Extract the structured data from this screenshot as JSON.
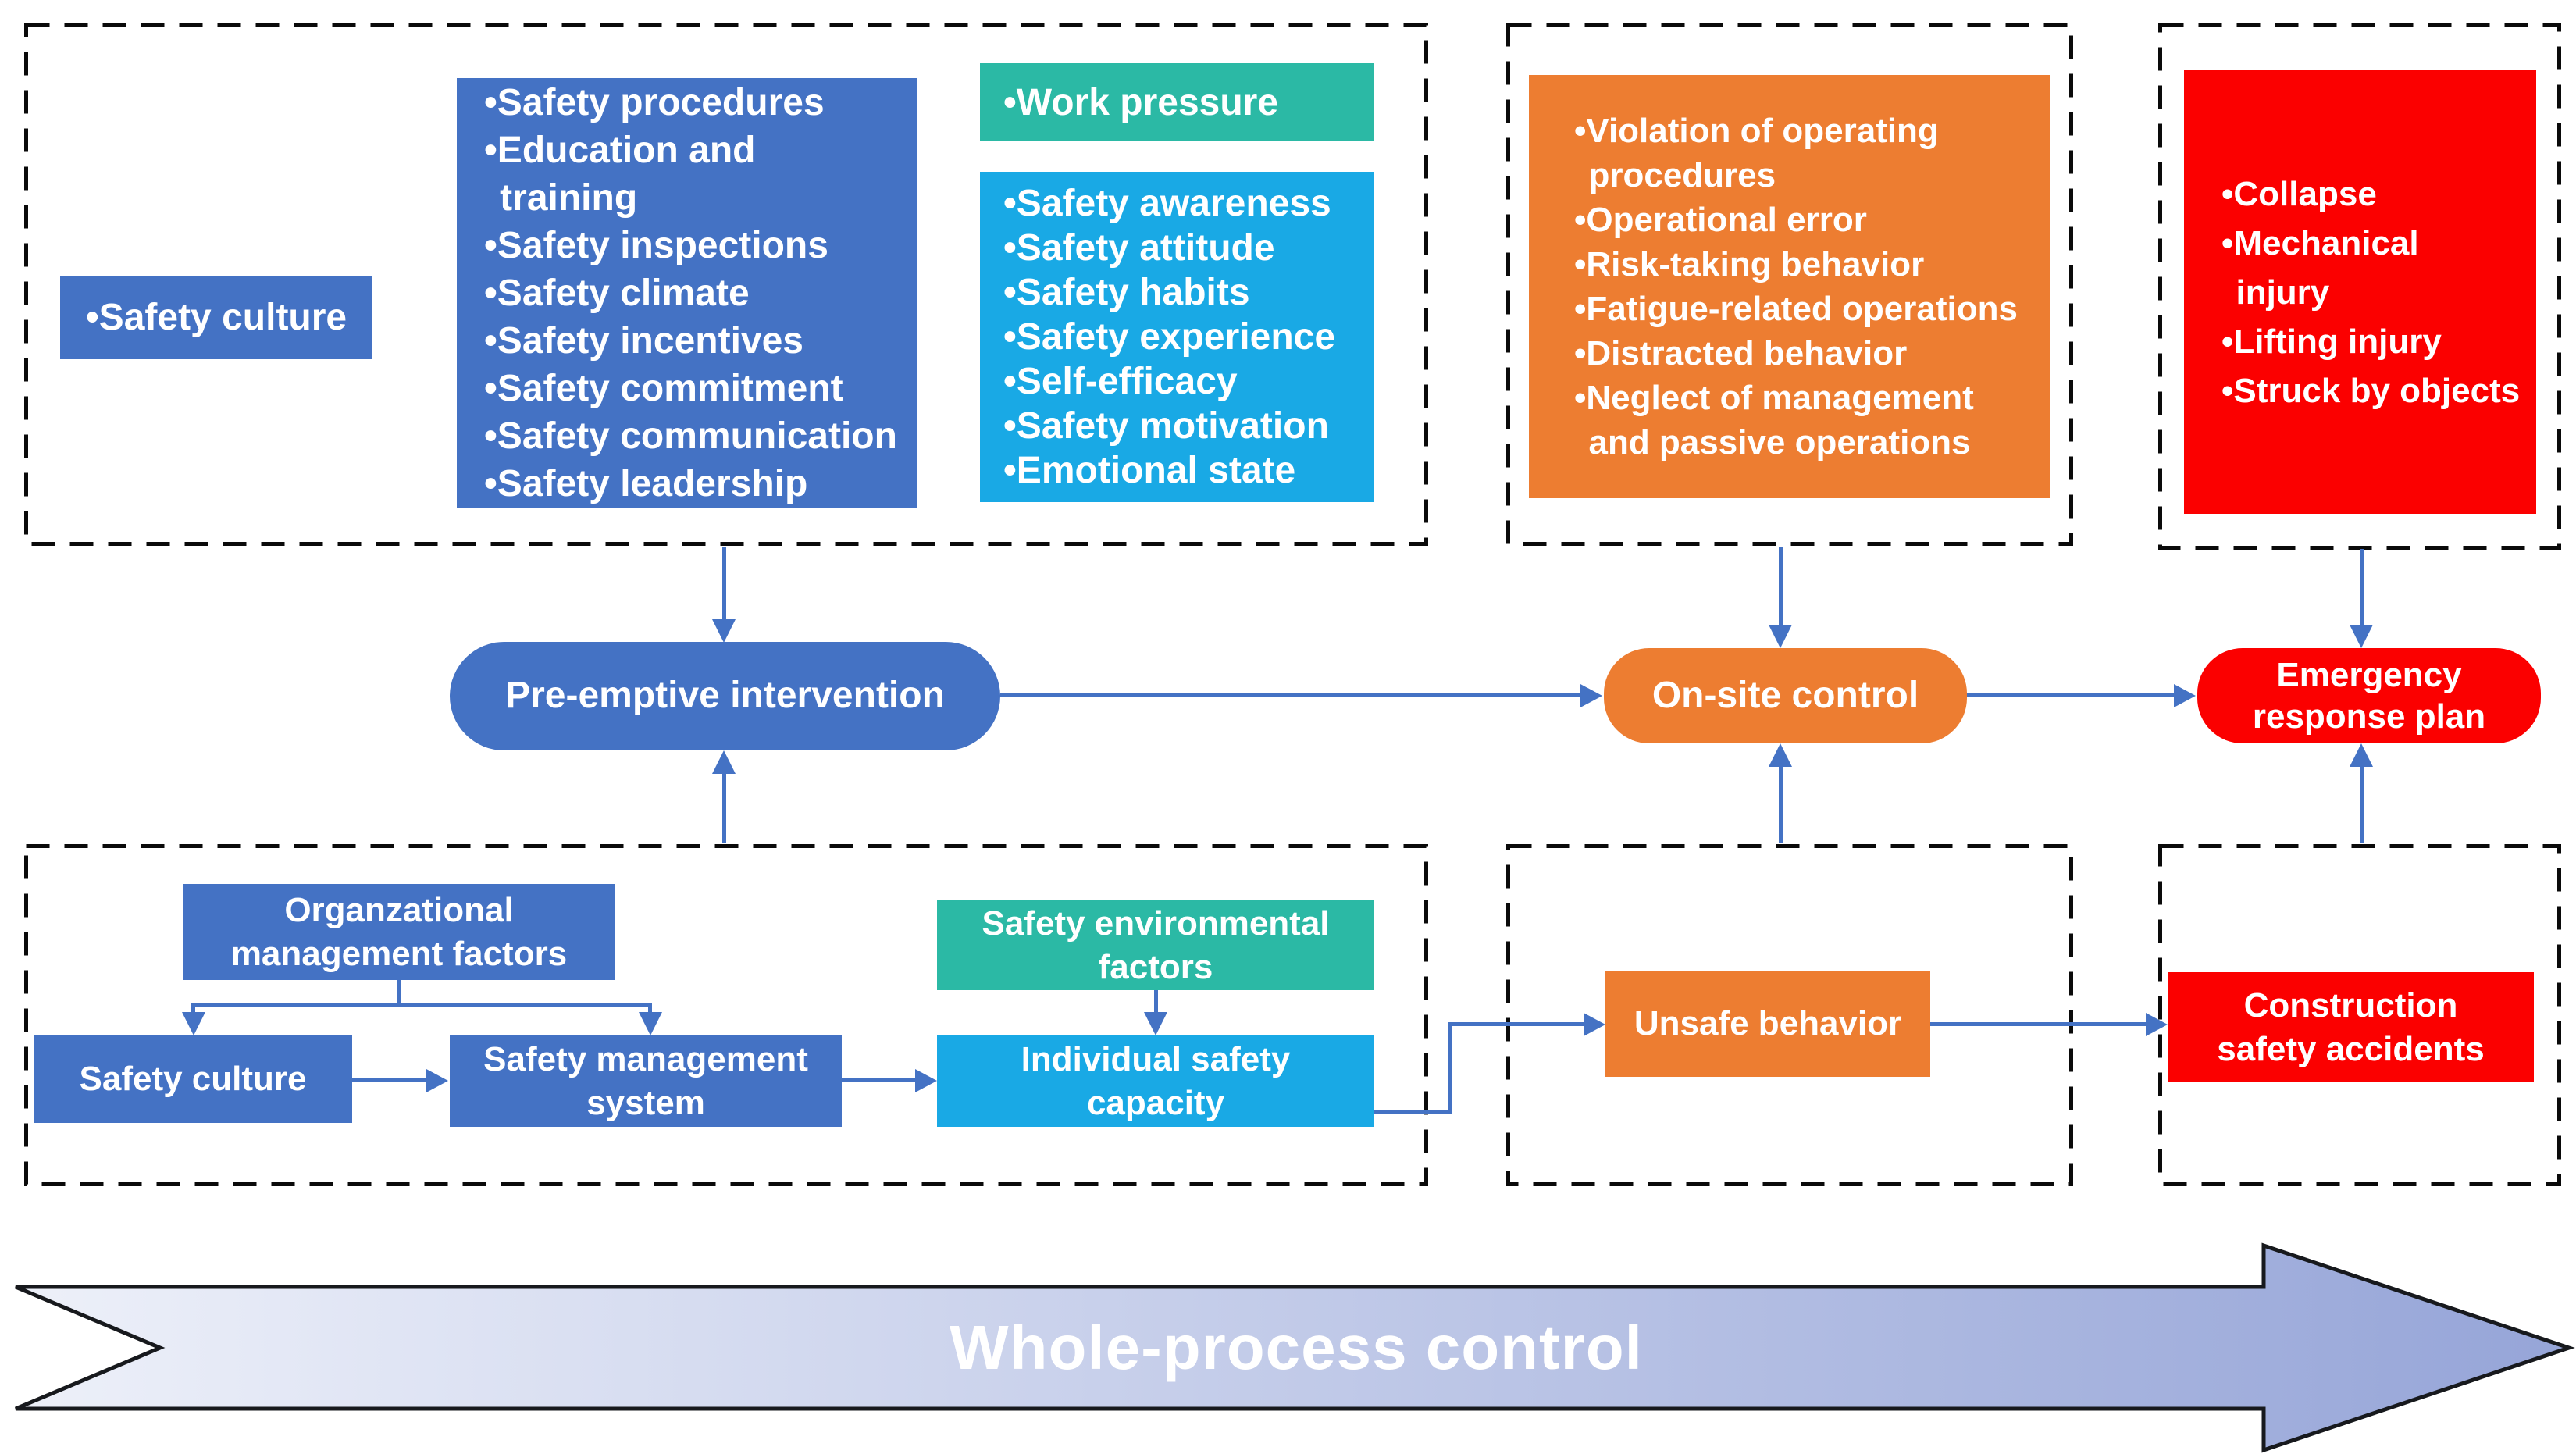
{
  "colors": {
    "blue": "#4472C4",
    "teal": "#2BB9A5",
    "cyan": "#19A9E5",
    "orange": "#ED7D31",
    "red": "#FB0000",
    "connector": "#4472C4",
    "banner_start": "#EDF0F9",
    "banner_end": "#96A5D8"
  },
  "top_left": {
    "safety_culture_label": "•Safety culture",
    "management_items": [
      "•Safety procedures",
      "•Education and training",
      "•Safety inspections",
      "•Safety climate",
      "•Safety incentives",
      "•Safety commitment",
      "•Safety communication",
      "•Safety leadership"
    ],
    "work_pressure_label": "•Work pressure",
    "individual_items": [
      "•Safety awareness",
      "•Safety attitude",
      "•Safety habits",
      "•Safety experience",
      "•Self-efficacy",
      "•Safety motivation",
      "•Emotional state"
    ]
  },
  "top_middle": {
    "items": [
      "•Violation of operating procedures",
      "•Operational error",
      "•Risk-taking behavior",
      "•Fatigue-related operations",
      "•Distracted behavior",
      "•Neglect of management and passive operations"
    ]
  },
  "top_right": {
    "items": [
      "•Collapse",
      "•Mechanical injury",
      "•Lifting injury",
      "•Struck by objects"
    ]
  },
  "pills": {
    "pre_emptive": "Pre-emptive intervention",
    "on_site": "On-site control",
    "emergency": "Emergency response plan"
  },
  "bottom_left": {
    "organizational": "Organzational management factors",
    "safety_culture": "Safety culture",
    "management_system": "Safety management system",
    "environmental": "Safety environmental factors",
    "capacity": "Individual safety capacity"
  },
  "bottom_middle": {
    "unsafe": "Unsafe behavior"
  },
  "bottom_right": {
    "accidents": "Construction safety accidents"
  },
  "banner": {
    "label": "Whole-process control"
  }
}
